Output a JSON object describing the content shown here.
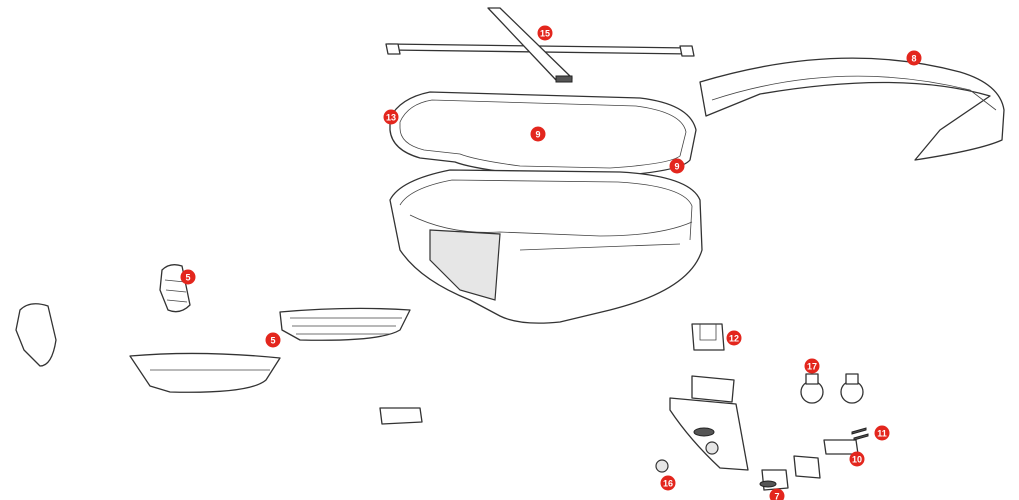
{
  "diagram": {
    "callout_color": "#e3261d",
    "callouts": {
      "c15": "15",
      "c8": "8",
      "c13": "13",
      "c9a": "9",
      "c9b": "9",
      "c5a": "5",
      "c5b": "5",
      "c12": "12",
      "c17": "17",
      "c11": "11",
      "c10": "10",
      "c16": "16",
      "c7": "7"
    }
  }
}
